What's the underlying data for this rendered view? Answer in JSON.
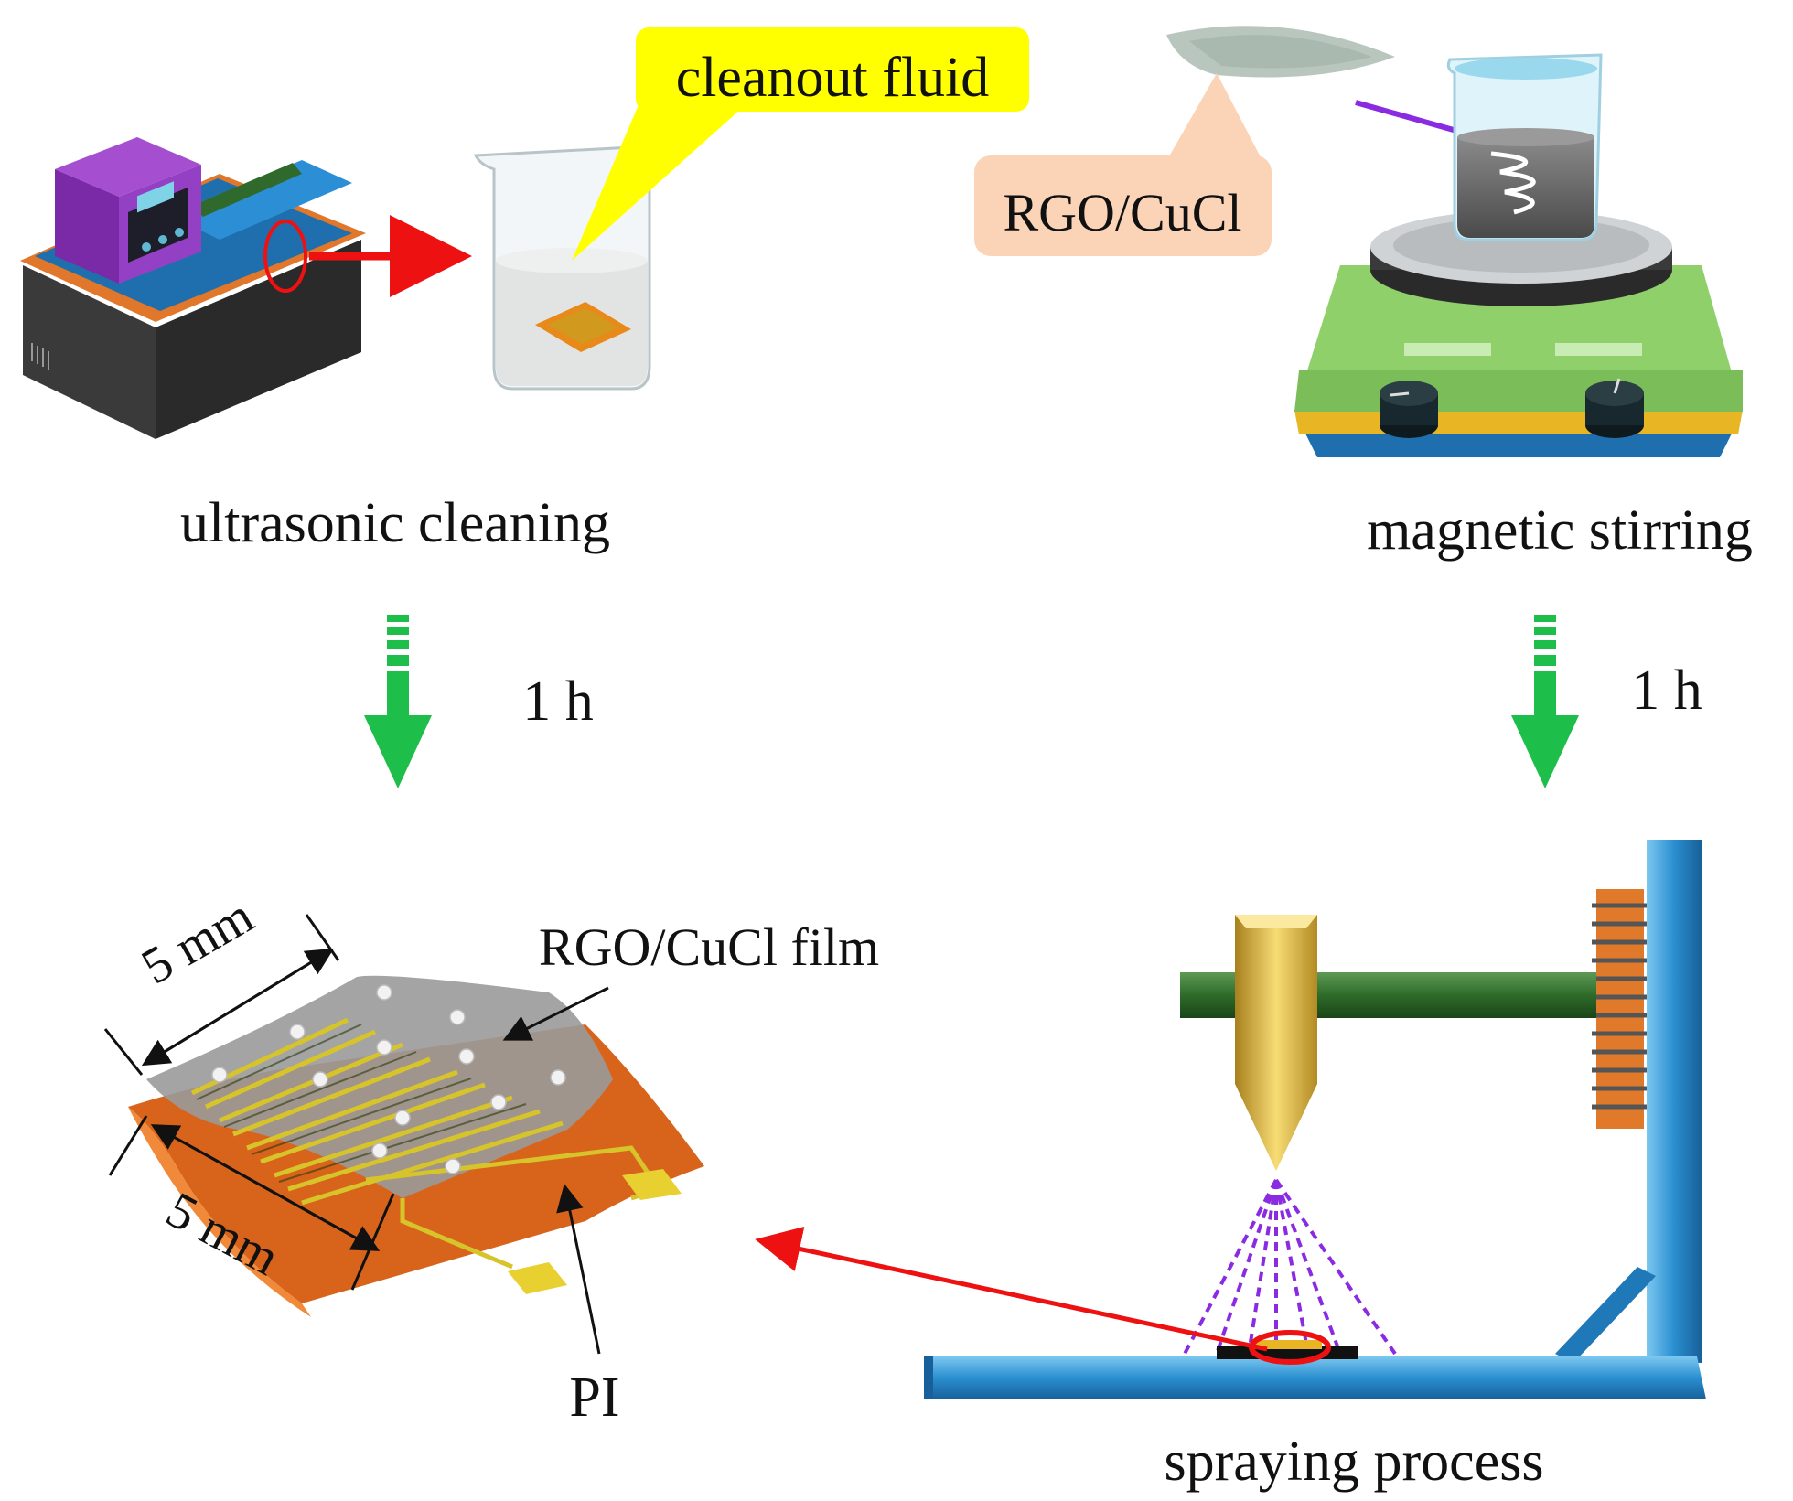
{
  "labels": {
    "cleanout_fluid": "cleanout fluid",
    "rgo_cucl": "RGO/CuCl",
    "ultrasonic_cleaning": "ultrasonic cleaning",
    "magnetic_stirring": "magnetic stirring",
    "time_left": "1 h",
    "time_right": "1 h",
    "film": "RGO/CuCl film",
    "dim_top": "5 mm",
    "dim_bottom": "5 mm",
    "pi": "PI",
    "spraying_process": "spraying process"
  },
  "colors": {
    "callout_yellow": "#ffff00",
    "callout_peach": "#fbd4b8",
    "arrow_red": "#ee1111",
    "arrow_green": "#1ebe4a",
    "arrow_purple": "#8a2be2",
    "frame_blue": "#2a8fd0",
    "rod_green": "#2e6b2a",
    "nozzle_gold": "#e8c24a",
    "pi_orange": "#d8641c",
    "stirrer_green": "#8fd06a"
  }
}
